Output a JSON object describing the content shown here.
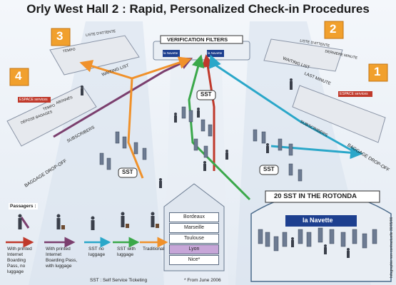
{
  "title": "Orly West Hall 2 : Rapid, Personalized Check-in Procedures",
  "halls": {
    "numbers": [
      "3",
      "2",
      "4",
      "1"
    ],
    "verification_filters": "VERIFICATION FILTERS",
    "tempo": "TEMPO",
    "liste_attente_left": "LISTE D'ATTENTE",
    "liste_attente_right": "LISTE D'ATTENTE",
    "derniere_minute": "DERNIERE MINUTE",
    "waiting_list_left": "WAITING LIST",
    "waiting_list_right": "WAITING LIST",
    "last_minute": "LAST MINUTE",
    "espace_services_left": "ESPACE services",
    "espace_services_right": "ESPACE services",
    "depose_bagages": "DÉPOSE BAGAGES",
    "tempo_sign": "TEMPO",
    "abonnes": "ABONNÉS",
    "subscribers_left": "SUBSCRIBERS",
    "subscribers_right": "SUBSCRIBERS",
    "baggage_drop_left": "BAGGAGE DROP-OFF",
    "baggage_drop_right": "BAGGAGE DROP-OFF",
    "sst_center": "SST",
    "sst_left": "SST",
    "sst_right": "SST",
    "la_navette": "la Navette"
  },
  "rotonda": {
    "title": "20 SST IN THE ROTONDA",
    "brand": "la Navette"
  },
  "legend": {
    "heading": "Passagers :",
    "items": [
      {
        "label": "With printed Internet Boarding Pass, no luggage",
        "color": "#c0392b"
      },
      {
        "label": "With printed Internet Boarding Pass, with luggage",
        "color": "#7b3f6e"
      },
      {
        "label": "SST no luggage",
        "color": "#2aa7c9"
      },
      {
        "label": "SST with luggage",
        "color": "#3aa84a"
      },
      {
        "label": "Traditional",
        "color": "#f0912a"
      }
    ],
    "sst_note": "SST : Self Service Ticketing",
    "june_note": "* From June 2006"
  },
  "destinations": [
    "Bordeaux",
    "Marseille",
    "Toulouse",
    "Lyon",
    "Nice*"
  ],
  "destination_highlight": "Lyon",
  "credit": "Infographie non contractuelle 30/05/06"
}
